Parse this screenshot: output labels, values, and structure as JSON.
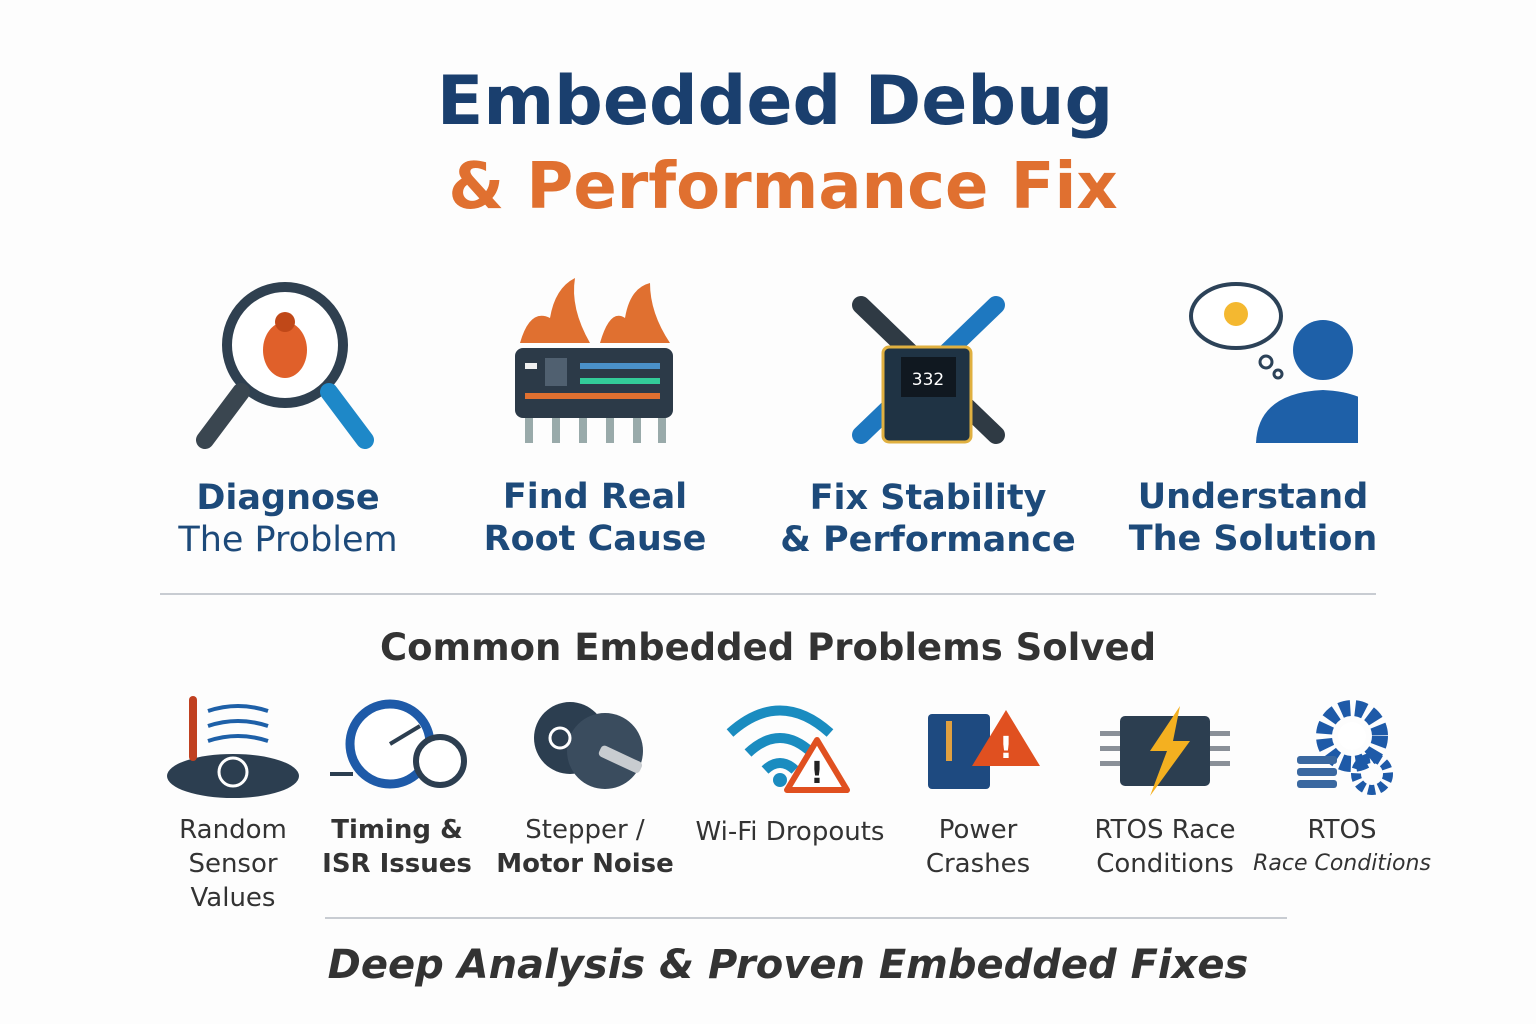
{
  "title": {
    "line1": "Embedded Debug",
    "line2": "& Performance Fix"
  },
  "steps": [
    {
      "line1": "Diagnose",
      "line2": "The Problem",
      "icon": "magnifier-bug-icon"
    },
    {
      "line1": "Find Real",
      "line2": "Root Cause",
      "icon": "burning-chip-icon"
    },
    {
      "line1": "Fix Stability",
      "line2": "& Performance",
      "icon": "wrench-chip-icon",
      "chip_label": "332"
    },
    {
      "line1": "Understand",
      "line2": "The Solution",
      "icon": "person-idea-icon"
    }
  ],
  "problems_heading": "Common Embedded Problems Solved",
  "problems": [
    {
      "lines": [
        "Random",
        "Sensor",
        "Values"
      ],
      "icon": "sensor-icon"
    },
    {
      "lines": [
        "Timing &",
        "ISR Issues"
      ],
      "icon": "timer-icon"
    },
    {
      "lines": [
        "Stepper /",
        "Motor Noise"
      ],
      "icon": "motor-icon"
    },
    {
      "lines": [
        "Wi-Fi Dropouts"
      ],
      "icon": "wifi-warning-icon"
    },
    {
      "lines": [
        "Power",
        "Crashes"
      ],
      "icon": "power-warning-icon"
    },
    {
      "lines": [
        "RTOS Race",
        "Conditions"
      ],
      "icon": "chip-lightning-icon"
    },
    {
      "lines": [
        "RTOS",
        "Race Conditions"
      ],
      "icon": "gear-icon"
    }
  ],
  "footer": "Deep Analysis & Proven Embedded Fixes",
  "colors": {
    "navy": "#1a3f6e",
    "orange": "#e07030",
    "blue": "#1e6fb0"
  }
}
